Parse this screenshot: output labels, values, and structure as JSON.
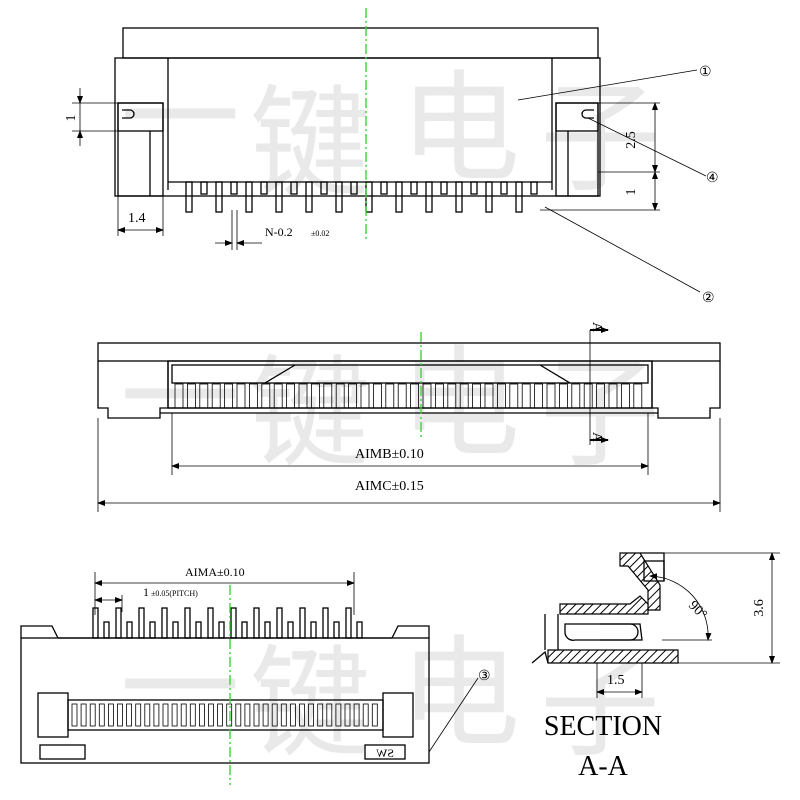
{
  "watermark": [
    "一",
    "键",
    "电",
    "子"
  ],
  "callouts": [
    "①",
    "②",
    "③",
    "④"
  ],
  "top_view": {
    "dim_pin_pitch_n": "N-0.2",
    "dim_pin_pitch_tol": "±0.02",
    "dim_left_width": "1.4",
    "dim_left_height": "1",
    "dim_right_upper": "2.5",
    "dim_right_lower": "1"
  },
  "front_view": {
    "dim_aimb": "AIMB±0.10",
    "dim_aimc": "AIMC±0.15",
    "section_marker": "A"
  },
  "bottom_view": {
    "dim_aima": "AIMA±0.10",
    "dim_pitch": "1",
    "dim_pitch_tol": "±0.05(PITCH)",
    "marking": "SW"
  },
  "section_view": {
    "angle": "90°",
    "dim_height": "3.6",
    "dim_width": "1.5",
    "title_line1": "SECTION",
    "title_line2": "A-A"
  }
}
